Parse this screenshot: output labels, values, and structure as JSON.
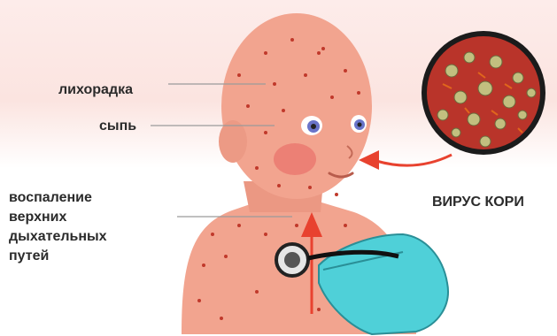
{
  "labels": {
    "fever": "лихорадка",
    "rash": "сыпь",
    "inflammation": "воспаление\nверхних\nдыхательных\nпутей",
    "virus": "ВИРУС КОРИ"
  },
  "colors": {
    "skin": "#f2a48f",
    "rash_dots": "#c0392b",
    "arrow": "#e8422f",
    "glove": "#4fd0d8",
    "virus_bg": "#b9342a",
    "eye": "#6a74c9"
  },
  "icons": [
    "child-illustration",
    "magnifier-virus-icon",
    "stethoscope-icon",
    "gloved-hand-icon",
    "arrow-up-icon",
    "arrow-left-icon"
  ]
}
